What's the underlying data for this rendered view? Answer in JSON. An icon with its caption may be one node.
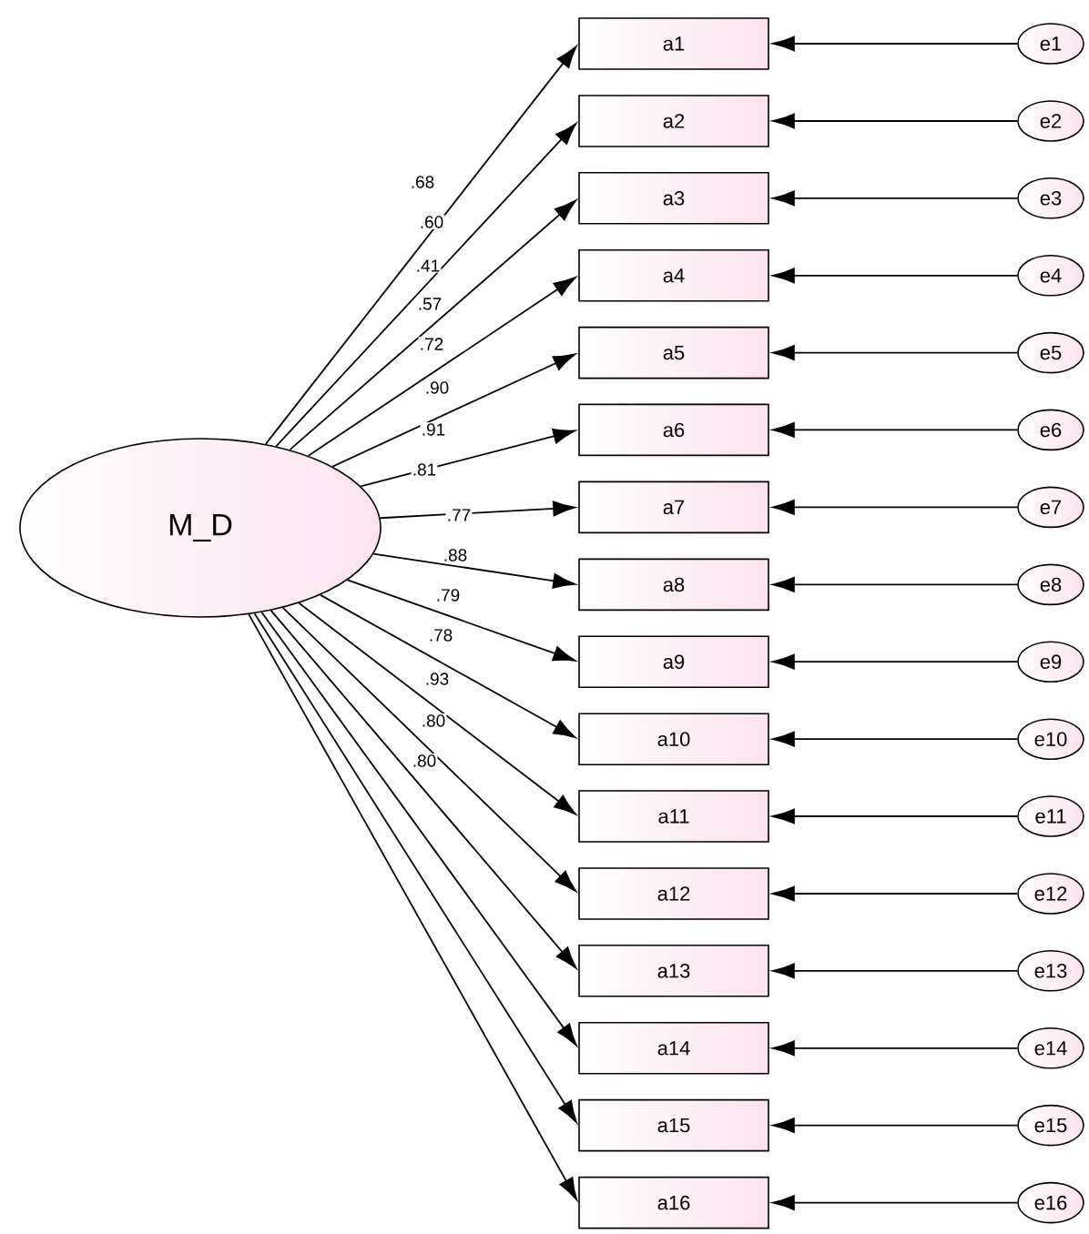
{
  "diagram": {
    "nodes": [
      {
        "text": [
          "M_D"
        ]
      },
      {
        "text": [
          "a1"
        ]
      },
      {
        "text": [
          "a2"
        ]
      },
      {
        "text": [
          "a3"
        ]
      },
      {
        "text": [
          "a4"
        ]
      },
      {
        "text": [
          "a5"
        ]
      },
      {
        "text": [
          "a6"
        ]
      },
      {
        "text": [
          "a7"
        ]
      },
      {
        "text": [
          "a8"
        ]
      },
      {
        "text": [
          "a9"
        ]
      },
      {
        "text": [
          "a10"
        ]
      },
      {
        "text": [
          "a11"
        ]
      },
      {
        "text": [
          "a12"
        ]
      },
      {
        "text": [
          "a13"
        ]
      },
      {
        "text": [
          "a14"
        ]
      },
      {
        "text": [
          "a15"
        ]
      },
      {
        "text": [
          "a16"
        ]
      },
      {
        "text": [
          "e1"
        ]
      },
      {
        "text": [
          "e2"
        ]
      },
      {
        "text": [
          "e3"
        ]
      },
      {
        "text": [
          "e4"
        ]
      },
      {
        "text": [
          "e5"
        ]
      },
      {
        "text": [
          "e6"
        ]
      },
      {
        "text": [
          "e7"
        ]
      },
      {
        "text": [
          "e8"
        ]
      },
      {
        "text": [
          "e9"
        ]
      },
      {
        "text": [
          "e10"
        ]
      },
      {
        "text": [
          "e11"
        ]
      },
      {
        "text": [
          "e12"
        ]
      },
      {
        "text": [
          "e13"
        ]
      },
      {
        "text": [
          "e14"
        ]
      },
      {
        "text": [
          "e15"
        ]
      },
      {
        "text": [
          "e16"
        ]
      }
    ],
    "edges": [
      {
        "from": 0,
        "to": 1,
        "arrow": "to"
      },
      {
        "from": 0,
        "to": 2,
        "arrow": "to"
      },
      {
        "from": 0,
        "to": 3,
        "arrow": "to"
      },
      {
        "from": 0,
        "to": 4,
        "arrow": "to"
      },
      {
        "from": 0,
        "to": 5,
        "arrow": "to"
      },
      {
        "from": 0,
        "to": 6,
        "arrow": "to"
      },
      {
        "from": 0,
        "to": 7,
        "arrow": "to"
      },
      {
        "from": 0,
        "to": 8,
        "arrow": "to"
      },
      {
        "from": 0,
        "to": 9,
        "arrow": "to"
      },
      {
        "from": 0,
        "to": 10,
        "arrow": "to"
      },
      {
        "from": 0,
        "to": 11,
        "arrow": "to"
      },
      {
        "from": 0,
        "to": 12,
        "arrow": "to"
      },
      {
        "from": 0,
        "to": 13,
        "arrow": "to"
      },
      {
        "from": 0,
        "to": 14,
        "arrow": "to"
      },
      {
        "from": 0,
        "to": 15,
        "arrow": "to"
      },
      {
        "from": 0,
        "to": 16,
        "arrow": "to"
      },
      {
        "from": 17,
        "to": 1,
        "arrow": "to"
      },
      {
        "from": 18,
        "to": 2,
        "arrow": "to"
      },
      {
        "from": 19,
        "to": 3,
        "arrow": "to"
      },
      {
        "from": 20,
        "to": 4,
        "arrow": "to"
      },
      {
        "from": 21,
        "to": 5,
        "arrow": "to"
      },
      {
        "from": 22,
        "to": 6,
        "arrow": "to"
      },
      {
        "from": 23,
        "to": 7,
        "arrow": "to"
      },
      {
        "from": 24,
        "to": 8,
        "arrow": "to"
      },
      {
        "from": 25,
        "to": 9,
        "arrow": "to"
      },
      {
        "from": 26,
        "to": 10,
        "arrow": "to"
      },
      {
        "from": 27,
        "to": 11,
        "arrow": "to"
      },
      {
        "from": 28,
        "to": 12,
        "arrow": "to"
      },
      {
        "from": 29,
        "to": 13,
        "arrow": "to"
      },
      {
        "from": 30,
        "to": 14,
        "arrow": "to"
      },
      {
        "from": 31,
        "to": 15,
        "arrow": "to"
      },
      {
        "from": 32,
        "to": 16,
        "arrow": "to"
      }
    ],
    "labels": [
      ".68",
      ".60",
      ".41",
      ".57",
      ".72",
      ".90",
      ".91",
      ".81",
      ".77",
      ".88",
      ".79",
      ".78",
      ".93",
      ".80",
      ".80"
    ]
  }
}
